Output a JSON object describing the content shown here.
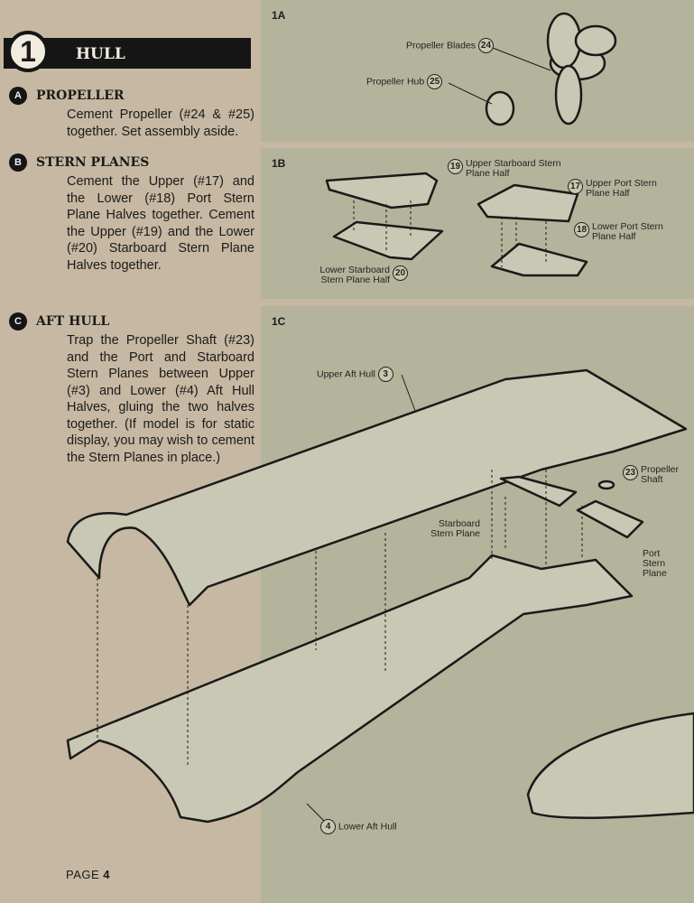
{
  "step": {
    "number": "1",
    "title": "HULL"
  },
  "substeps": [
    {
      "letter": "A",
      "title": "PROPELLER",
      "text": "Cement Propeller (#24 & #25) together. Set assembly aside."
    },
    {
      "letter": "B",
      "title": "STERN PLANES",
      "text": "Cement the Upper (#17) and the Lower (#18) Port Stern Plane Halves together. Cement the Upper (#19) and the Lower (#20) Starboard Stern Plane Halves together."
    },
    {
      "letter": "C",
      "title": "AFT HULL",
      "text": "Trap the Propeller Shaft (#23) and the Port and Starboard Stern Planes between Upper (#3) and Lower (#4) Aft Hull Halves, gluing the two halves together. (If model is for static display, you may wish to cement the Stern Planes in place.)"
    }
  ],
  "panels": {
    "a": {
      "label": "1A",
      "parts": [
        {
          "num": "24",
          "name": "Propeller Blades"
        },
        {
          "num": "25",
          "name": "Propeller Hub"
        }
      ]
    },
    "b": {
      "label": "1B",
      "parts": [
        {
          "num": "19",
          "name": "Upper Starboard Stern Plane Half"
        },
        {
          "num": "17",
          "name": "Upper Port Stern Plane Half"
        },
        {
          "num": "18",
          "name": "Lower Port Stern Plane Half"
        },
        {
          "num": "20",
          "name": "Lower Starboard Stern Plane Half"
        }
      ]
    },
    "c": {
      "label": "1C",
      "parts": [
        {
          "num": "3",
          "name": "Upper Aft Hull"
        },
        {
          "num": "23",
          "name": "Propeller Shaft"
        },
        {
          "name": "Starboard Stern Plane"
        },
        {
          "name": "Port Stern Plane"
        },
        {
          "num": "4",
          "name": "Lower Aft Hull"
        }
      ]
    }
  },
  "footer": {
    "page": "PAGE",
    "page_number": "4"
  }
}
